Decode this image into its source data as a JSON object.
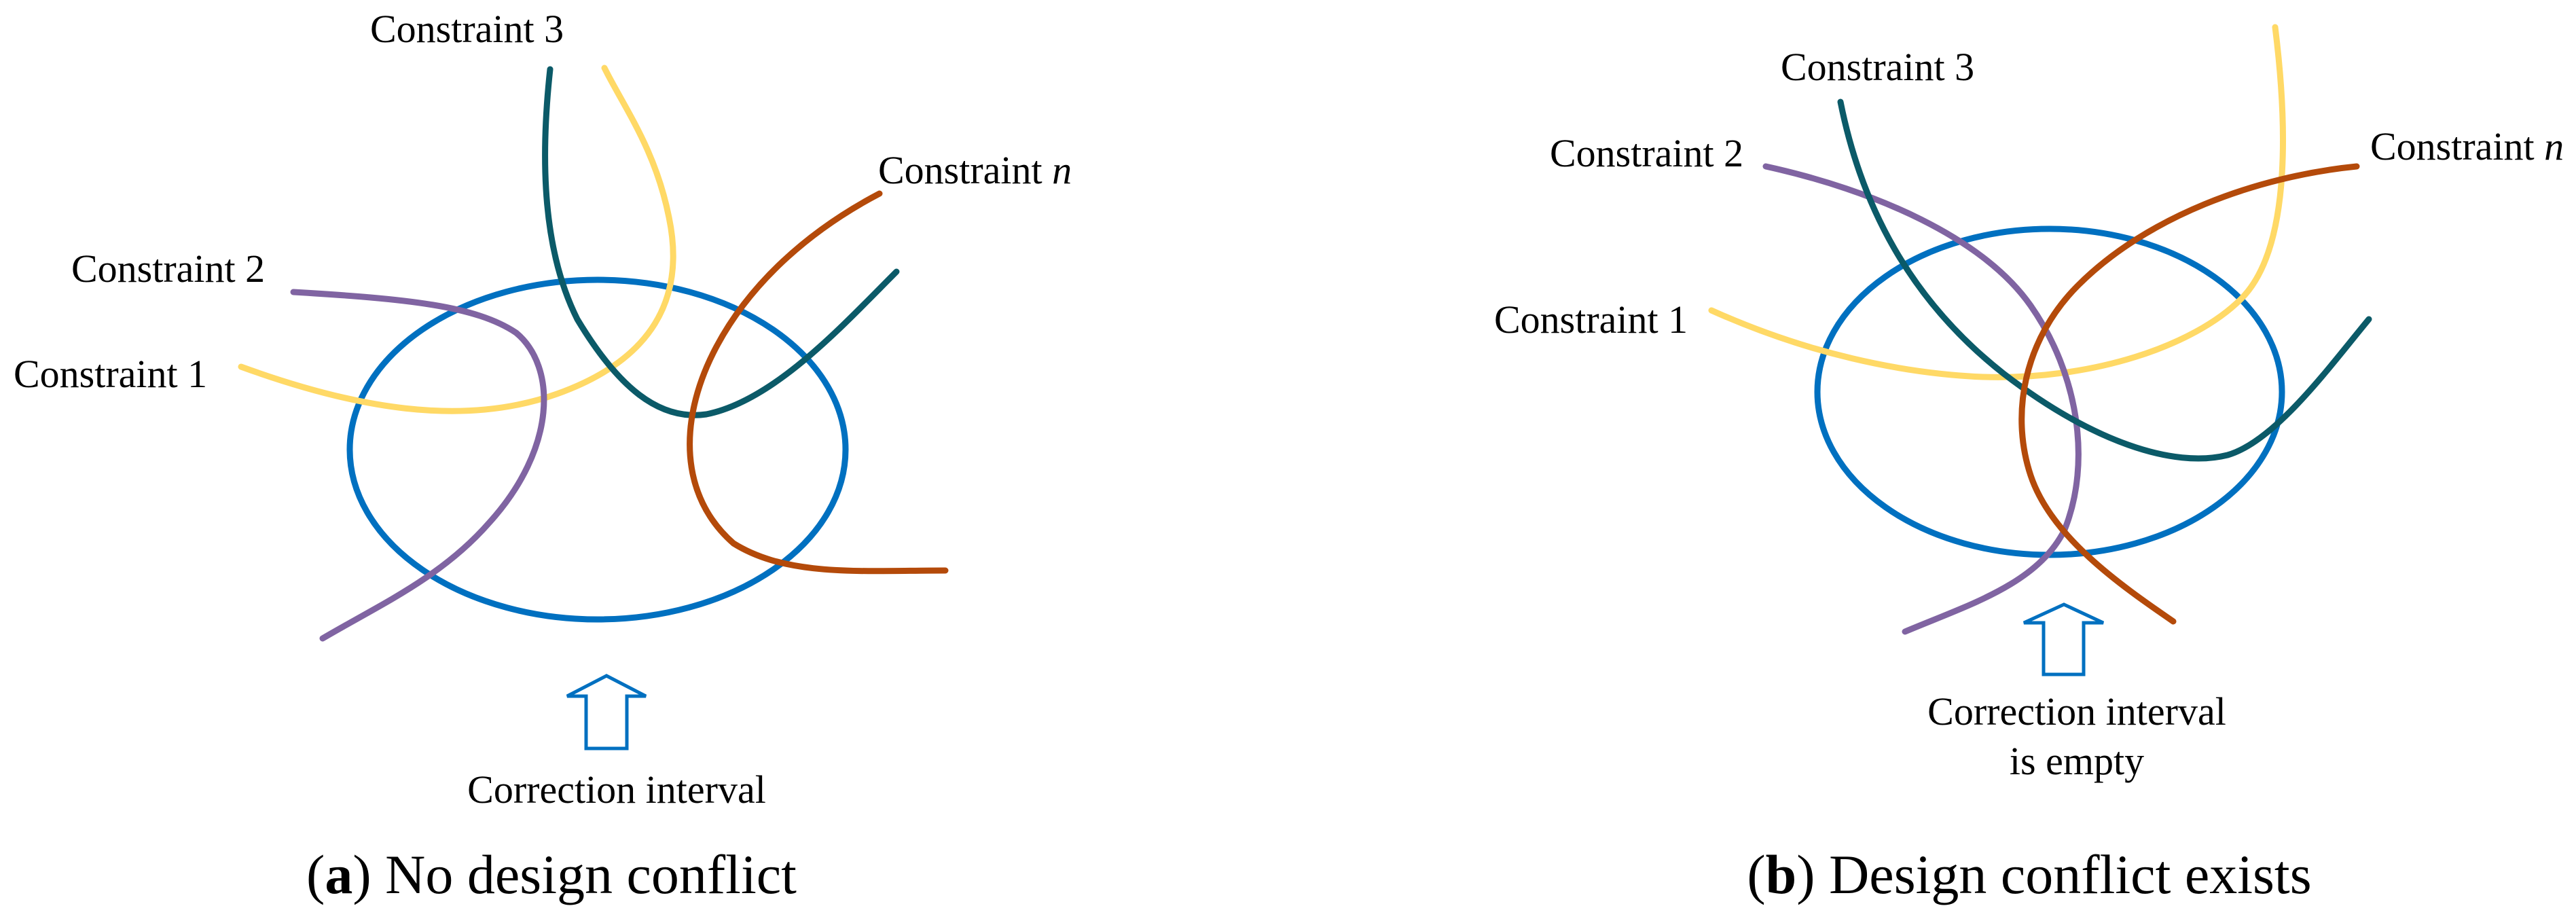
{
  "colors": {
    "constraint_1": "#FFD966",
    "constraint_2": "#8064A2",
    "constraint_3": "#0B5A68",
    "constraint_n": "#B44A0A",
    "interval": "#0070C0",
    "text": "#000000"
  },
  "panel_a": {
    "caption_letter": "a",
    "caption_text": "No design conflict",
    "labels": {
      "constraint_1": "Constraint 1",
      "constraint_2": "Constraint 2",
      "constraint_3": "Constraint 3",
      "constraint_n_prefix": "Constraint ",
      "constraint_n_var": "n"
    },
    "arrow_label": "Correction interval"
  },
  "panel_b": {
    "caption_letter": "b",
    "caption_text": "Design conflict exists",
    "labels": {
      "constraint_1": "Constraint 1",
      "constraint_2": "Constraint 2",
      "constraint_3": "Constraint 3",
      "constraint_n_prefix": "Constraint ",
      "constraint_n_var": "n"
    },
    "arrow_label_line1": "Correction interval",
    "arrow_label_line2": "is empty"
  }
}
